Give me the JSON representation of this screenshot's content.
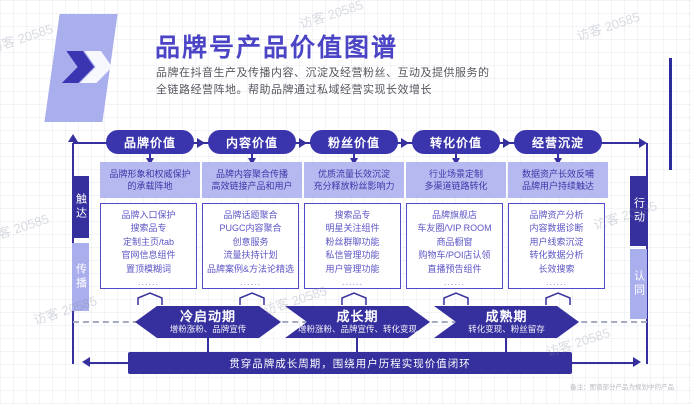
{
  "watermark": {
    "text": "访客 20585"
  },
  "header": {
    "title": "品牌号产品价值图谱",
    "subtitle_line1": "品牌在抖音生产及传播内容、沉淀及经营粉丝、互动及提供服务的",
    "subtitle_line2": "全链路经营阵地。帮助品牌通过私域经营实现长效增长"
  },
  "colors": {
    "accent_purple": "#4b45c6",
    "indigo": "#36309e",
    "lavender": "#a9aeed",
    "desc_box_bg": "#b5b9f0"
  },
  "sides": {
    "left_top": "触达",
    "left_bottom": "传播",
    "right_top": "行动",
    "right_bottom": "认同"
  },
  "columns": [
    {
      "title": "品牌价值",
      "desc1": "品牌形象和权威保护",
      "desc2": "的承载阵地",
      "items": [
        "品牌入口保护",
        "搜索品专",
        "定制主页/tab",
        "官网信息组件",
        "置顶模糊词"
      ],
      "more": "......"
    },
    {
      "title": "内容价值",
      "desc1": "品牌内容聚合传播",
      "desc2": "高效链接产品和用户",
      "items": [
        "品牌话题聚合",
        "PUGC内容聚合",
        "创意服务",
        "流量扶持计划",
        "品牌案例&方法论精选"
      ],
      "more": "......"
    },
    {
      "title": "粉丝价值",
      "desc1": "优质流量长效沉淀",
      "desc2": "充分释放粉丝影响力",
      "items": [
        "搜索品专",
        "明星关注组件",
        "粉丝群聊功能",
        "私信管理功能",
        "用户管理功能"
      ],
      "more": "......"
    },
    {
      "title": "转化价值",
      "desc1": "行业场景定制",
      "desc2": "多渠道链路转化",
      "items": [
        "品牌旗舰店",
        "车友圈/VIP ROOM",
        "商品橱窗",
        "购物车/POI店认领",
        "直播预告组件"
      ],
      "more": "......"
    },
    {
      "title": "经营沉淀",
      "desc1": "数据资产长效反哺",
      "desc2": "品牌用户持续触达",
      "items": [
        "品牌资产分析",
        "内容数据诊断",
        "用户线索沉淀",
        "转化数据分析",
        "长效搜索"
      ],
      "more": "......"
    }
  ],
  "phases": [
    {
      "title": "冷启动期",
      "subtitle": "增粉涨粉、品牌宣传"
    },
    {
      "title": "成长期",
      "subtitle": "增粉涨粉、品牌宣传、转化变现"
    },
    {
      "title": "成熟期",
      "subtitle": "转化变现、粉丝留存"
    }
  ],
  "footer": {
    "banner": "贯穿品牌成长周期，围绕用户历程实现价值闭环",
    "note": "备注：图谱部分产品为规划中的产品"
  }
}
